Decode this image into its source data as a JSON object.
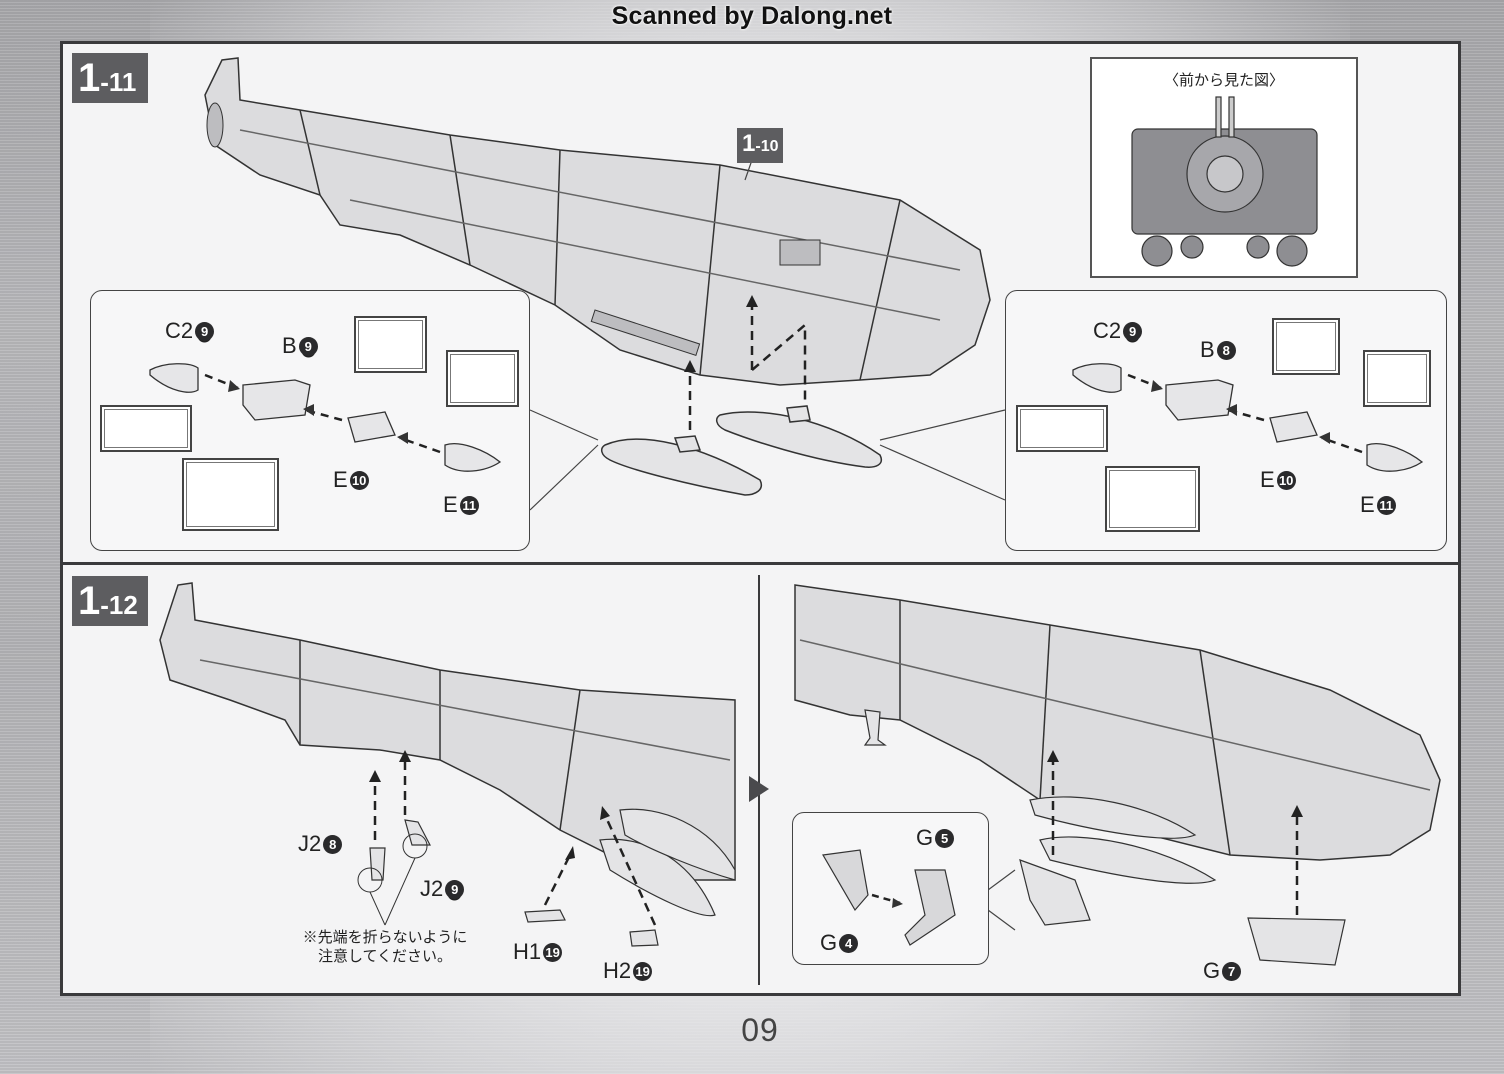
{
  "watermark": "Scanned by Dalong.net",
  "page_number": "09",
  "steps": [
    {
      "id": "1-11",
      "badge": {
        "major": "1",
        "minor": "-11"
      },
      "reference_badge": {
        "major": "1",
        "minor": "-10"
      },
      "front_view": {
        "title": "〈前から見た図〉"
      },
      "left_detail": {
        "parts": [
          {
            "letter": "C2",
            "number": "9",
            "underlined": true
          },
          {
            "letter": "B",
            "number": "9",
            "underlined": true
          },
          {
            "letter": "E",
            "number": "10",
            "underlined": false
          },
          {
            "letter": "E",
            "number": "11",
            "underlined": false
          }
        ]
      },
      "right_detail": {
        "parts": [
          {
            "letter": "C2",
            "number": "9",
            "underlined": true
          },
          {
            "letter": "B",
            "number": "8",
            "underlined": false
          },
          {
            "letter": "E",
            "number": "10",
            "underlined": false
          },
          {
            "letter": "E",
            "number": "11",
            "underlined": false
          }
        ]
      }
    },
    {
      "id": "1-12",
      "badge": {
        "major": "1",
        "minor": "-12"
      },
      "parts_left": [
        {
          "letter": "J2",
          "number": "8",
          "underlined": false
        },
        {
          "letter": "J2",
          "number": "9",
          "underlined": true
        },
        {
          "letter": "H1",
          "number": "19",
          "underlined": false
        },
        {
          "letter": "H2",
          "number": "19",
          "underlined": false
        }
      ],
      "note": [
        "※先端を折らないように",
        "注意してください。"
      ],
      "parts_right": [
        {
          "letter": "G",
          "number": "5",
          "underlined": false
        },
        {
          "letter": "G",
          "number": "4",
          "underlined": false
        },
        {
          "letter": "G",
          "number": "7",
          "underlined": false
        }
      ]
    }
  ],
  "icons": {
    "next_arrow": "right-triangle-arrow",
    "assembly_arrow": "dashed-arrow"
  }
}
